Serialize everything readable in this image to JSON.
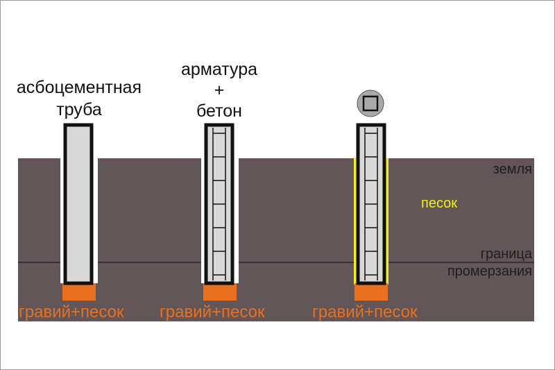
{
  "labels": {
    "pile1_title": [
      "асбоцементная",
      "труба"
    ],
    "pile2_title": [
      "арматура",
      "+",
      "бетон"
    ],
    "ground": "земля",
    "sand": "песок",
    "frost_line": [
      "граница",
      "промерзания"
    ],
    "gravel_1": "гравий+песок",
    "gravel_2": "гравий+песок",
    "gravel_3": "гравий+песок"
  },
  "colors": {
    "ground": "#625659",
    "frost_line": "#2a2428",
    "gravel_base": "#e8701e",
    "gravel_text": "#e8701e",
    "sand_fill": "#f5ee1a",
    "sand_text": "#f5ee1a",
    "pipe_fill": "#d8d8d8",
    "pile_outline": "#111111",
    "gap_fill": "#ffffff",
    "cross_section_circle": "#a9a9a9"
  },
  "icons": {
    "cross_section": "square-in-circle-icon"
  }
}
